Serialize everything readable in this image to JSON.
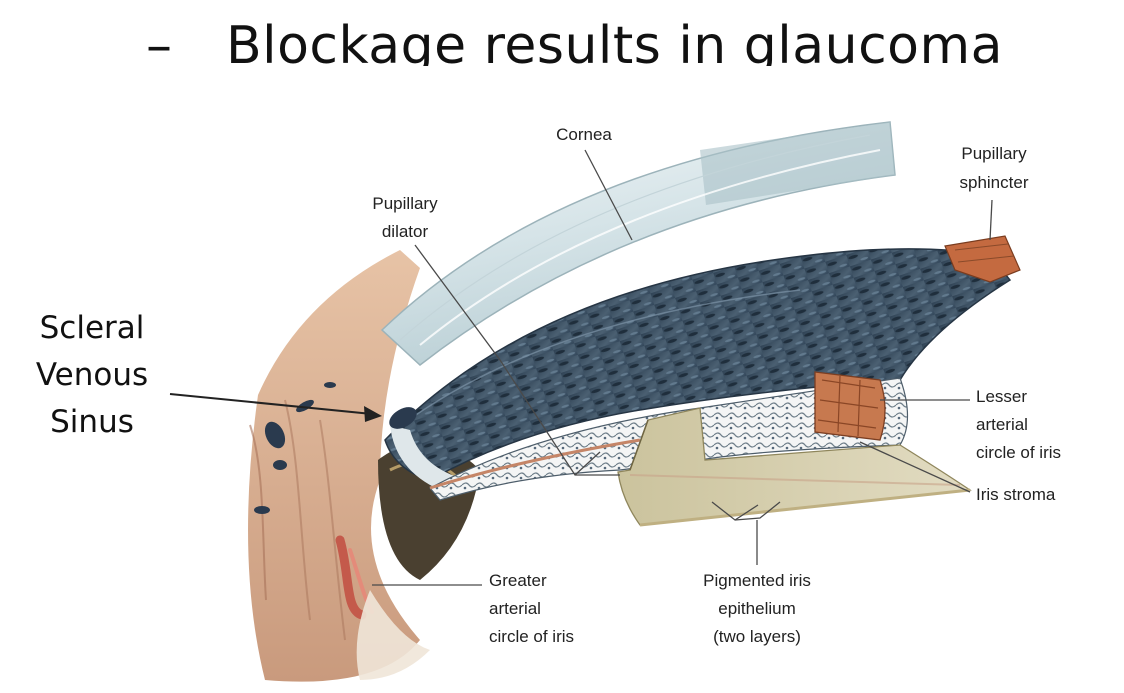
{
  "bullet": {
    "dash": "–",
    "text": "Blockage results in glaucoma"
  },
  "diagram": {
    "labels": {
      "cornea": "Cornea",
      "pupillary_sphincter_1": "Pupillary",
      "pupillary_sphincter_2": "sphincter",
      "pupillary_dilator_1": "Pupillary",
      "pupillary_dilator_2": "dilator",
      "lesser_circle_1": "Lesser",
      "lesser_circle_2": "arterial",
      "lesser_circle_3": "circle of iris",
      "iris_stroma": "Iris stroma",
      "greater_circle_1": "Greater",
      "greater_circle_2": "arterial",
      "greater_circle_3": "circle of iris",
      "pigmented_1": "Pigmented iris",
      "pigmented_2": "epithelium",
      "pigmented_3": "(two layers)"
    },
    "callout": {
      "line1": "Scleral",
      "line2": "Venous",
      "line3": "Sinus"
    }
  },
  "colors": {
    "cornea": "#dfe9ec",
    "iris_dark": "#3c4f60",
    "iris_stroma": "#f1f3f3",
    "sclera_tissue": "#d9ae92",
    "sphincter": "#c46a40",
    "epithelium": "#d8d1b0",
    "leader_line": "#4a4a4a"
  }
}
